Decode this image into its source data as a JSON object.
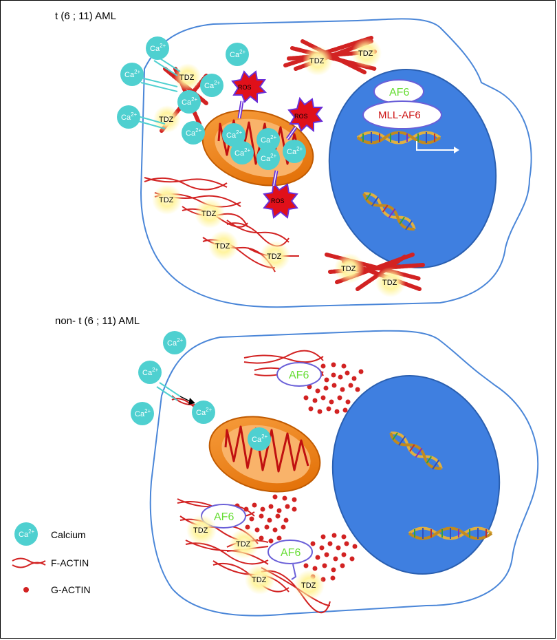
{
  "panels": {
    "top_title": "t (6 ; 11) AML",
    "bottom_title": "non- t (6 ; 11) AML"
  },
  "labels": {
    "calcium": "Ca",
    "calcium_charge": "2+",
    "tdz": "TDZ",
    "ros": "ROS",
    "af6": "AF6",
    "mll_af6": "MLL-AF6"
  },
  "legend": {
    "calcium": "Calcium",
    "f_actin": "F-ACTIN",
    "g_actin": "G-ACTIN"
  },
  "colors": {
    "cell_outline": "#4a86d8",
    "nucleus": "#3f7fe0",
    "calcium": "#4fd0d0",
    "mitochondria": "#f07d10",
    "actin": "#d22222",
    "ros": "#e0101a",
    "tdz_glow": "#fff3a0"
  }
}
